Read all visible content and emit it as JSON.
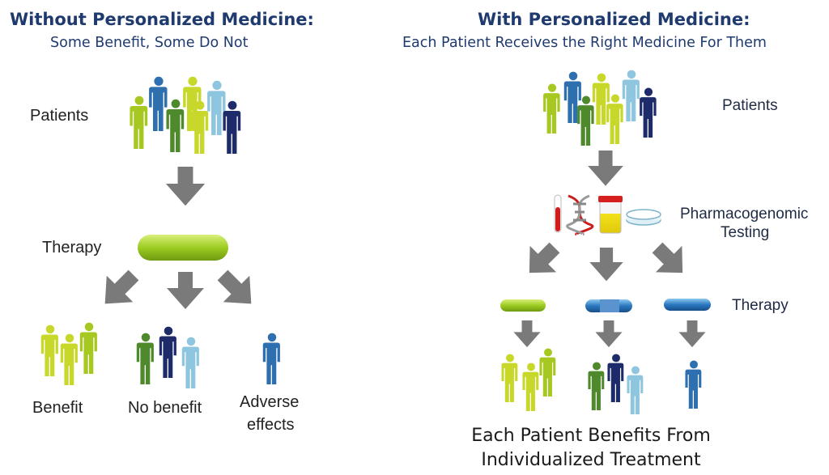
{
  "left": {
    "title": "Without Personalized Medicine:",
    "subtitle": "Some Benefit, Some Do Not",
    "patients_label": "Patients",
    "therapy_label": "Therapy",
    "outcomes": {
      "benefit": "Benefit",
      "no_benefit": "No benefit",
      "adverse_line1": "Adverse",
      "adverse_line2": "effects"
    }
  },
  "right": {
    "title": "With Personalized Medicine:",
    "subtitle": "Each Patient Receives the Right Medicine For Them",
    "patients_label": "Patients",
    "testing_line1": "Pharmacogenomic",
    "testing_line2": "Testing",
    "therapy_label": "Therapy",
    "conclusion_line1": "Each Patient Benefits From",
    "conclusion_line2": "Individualized Treatment"
  },
  "colors": {
    "lime": "#a6c820",
    "yellowgreen": "#c8d82a",
    "green": "#4e8a2c",
    "blue": "#2e6fb0",
    "lightblue": "#8ec6df",
    "navy": "#1d2b6a",
    "arrow": "#7a7a7a",
    "title": "#1f3a6e"
  }
}
